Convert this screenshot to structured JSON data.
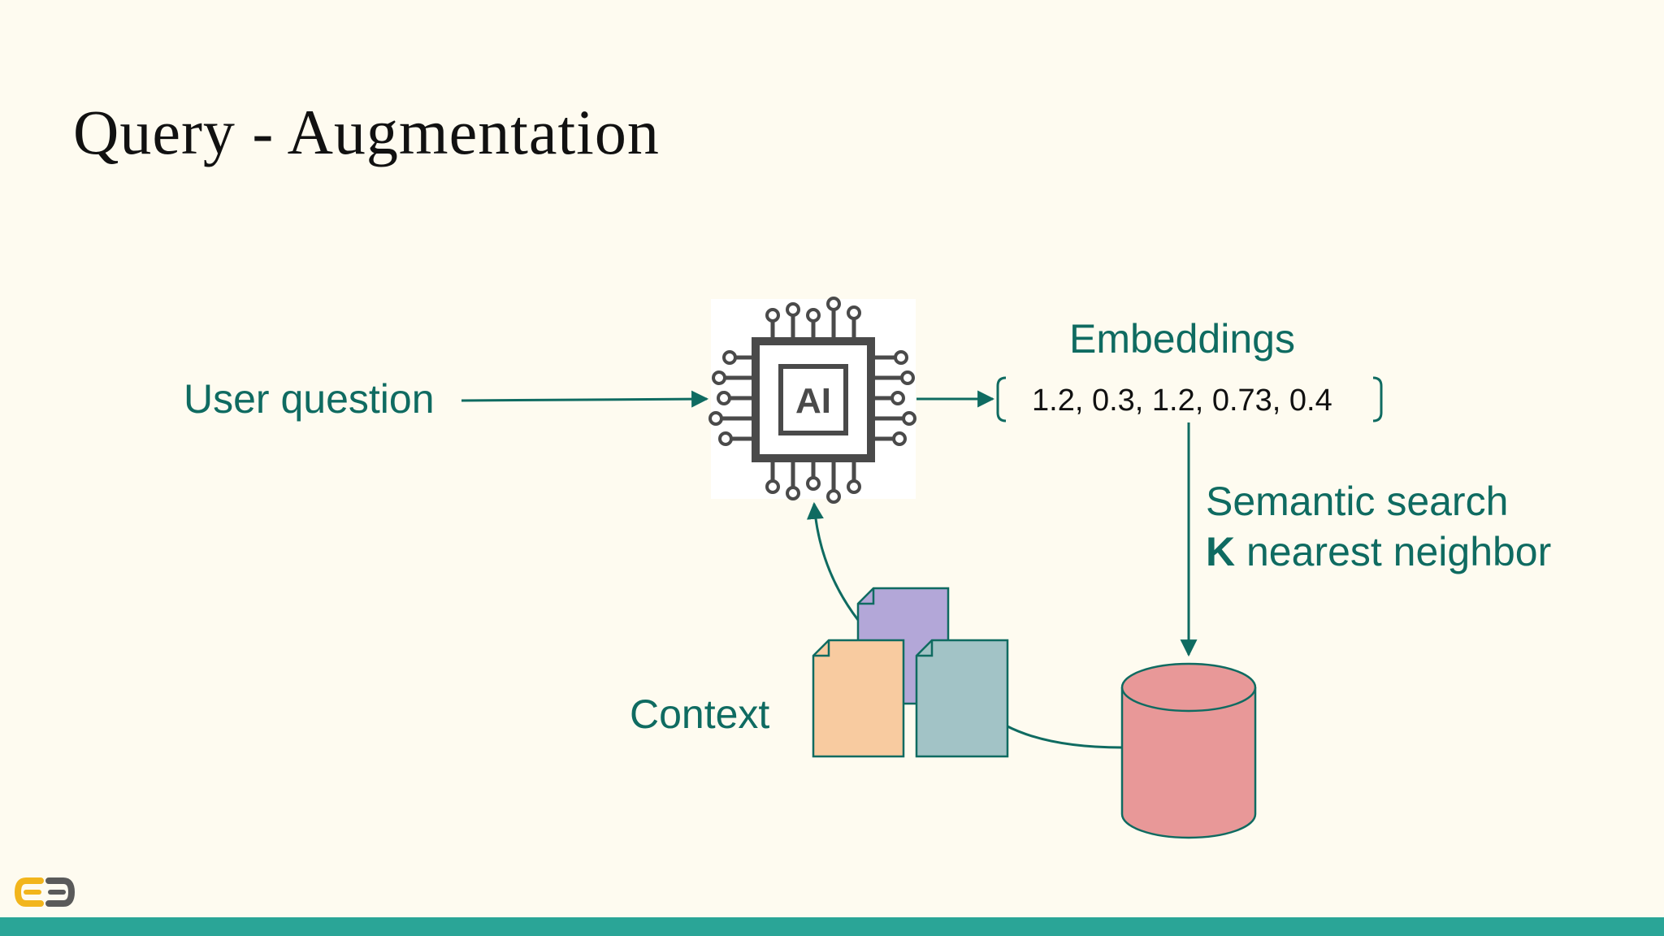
{
  "slide": {
    "title": "Query - Augmentation"
  },
  "diagram": {
    "user_question": "User question",
    "ai_chip_label": "AI",
    "embeddings_label": "Embeddings",
    "embedding_vector": "1.2, 0.3, 1.2, 0.73, 0.4",
    "semantic_search": "Semantic search",
    "knn_bold": "K",
    "knn_rest": " nearest neighbor",
    "context_label": "Context"
  },
  "colors": {
    "background": "#fefbf0",
    "accent_teal": "#0f6b61",
    "bottom_bar": "#2aa597",
    "database": "#e89898",
    "doc_orange": "#f8cba0",
    "doc_purple": "#b3a7d8",
    "doc_blue": "#a2c3c6"
  },
  "icons": [
    "ai-chip-icon",
    "database-icon",
    "document-icon",
    "logo-icon"
  ]
}
